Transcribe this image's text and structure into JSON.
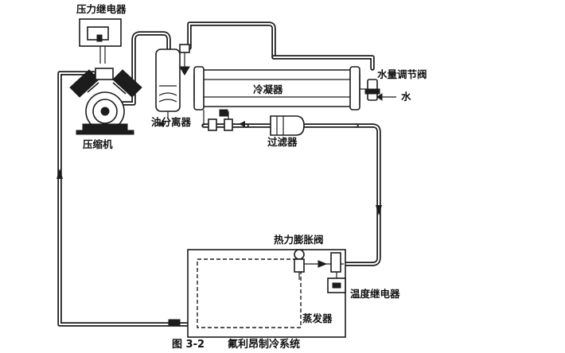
{
  "labels": {
    "pressure_relay": "压力继电器",
    "compressor": "压缩机",
    "oil_separator": "油分离器",
    "condenser": "冷凝器",
    "water_valve": "水量调节阀",
    "water": "水",
    "filter": "过滤器",
    "expansion_valve": "热力膨胀阀",
    "temperature_relay": "温度继电器",
    "evaporator": "蒸发器"
  },
  "caption": {
    "figure_number": "图 3-2",
    "title": "氟利昂制冷系统"
  }
}
